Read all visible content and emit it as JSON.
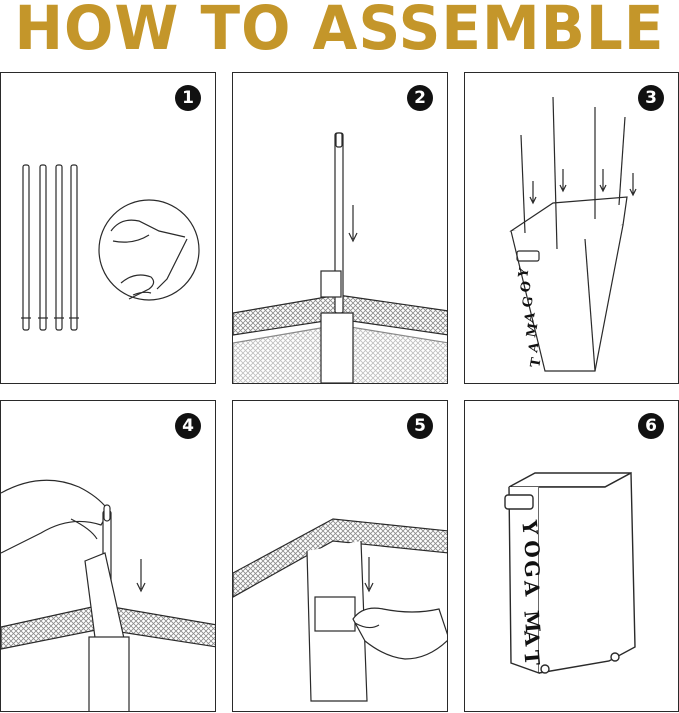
{
  "title": "HOW TO ASSEMBLE",
  "steps": [
    {
      "number": "1"
    },
    {
      "number": "2"
    },
    {
      "number": "3",
      "label_letters": [
        "Y",
        "O",
        "G",
        "A",
        "M",
        "A",
        "T"
      ]
    },
    {
      "number": "4"
    },
    {
      "number": "5"
    },
    {
      "number": "6",
      "label_letters": [
        "Y",
        "O",
        "G",
        "A",
        "M",
        "A",
        "T"
      ]
    }
  ],
  "colors": {
    "title": "#c4962a",
    "line": "#2a2a2a",
    "mesh": "#9a9a9a"
  }
}
